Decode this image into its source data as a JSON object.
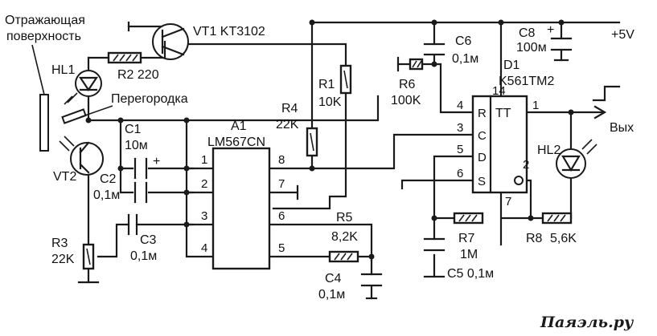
{
  "labels": {
    "reflect_1": "Отражающая",
    "reflect_2": "поверхность",
    "hl1": "HL1",
    "r2": "R2 220",
    "vt1": "VT1 KT3102",
    "peregorodka": "Перегородка",
    "c1": "C1",
    "c1_val": "10м",
    "vt2": "VT2",
    "c2": "C2",
    "c2_val": "0,1м",
    "r3": "R3",
    "r3_val": "22K",
    "c3": "C3",
    "c3_val": "0,1м",
    "a1": "A1",
    "a1_type": "LM567CN",
    "r4": "R4",
    "r4_val": "22K",
    "r1": "R1",
    "r1_val": "10K",
    "r5": "R5",
    "r5_val": "8,2K",
    "c4": "C4",
    "c4_val": "0,1м",
    "c6": "C6",
    "c6_val": "0,1м",
    "c8": "C8",
    "c8_val": "100м",
    "supply": "+5V",
    "r6": "R6",
    "r6_val": "100K",
    "d1": "D1",
    "d1_type": "K561TM2",
    "tt": "TT",
    "out": "Вых",
    "hl2": "HL2",
    "r7": "R7",
    "r7_val": "1M",
    "r8": "R8",
    "r8_val": "5,6K",
    "c5": "C5 0,1м",
    "watermark": "Паяэль.ру",
    "plus_c1": "+",
    "plus_c8": "+"
  },
  "pins": {
    "a1_p1": "1",
    "a1_p2": "2",
    "a1_p3": "3",
    "a1_p4": "4",
    "a1_p5": "5",
    "a1_p6": "6",
    "a1_p7": "7",
    "a1_p8": "8",
    "d1_p14": "14",
    "d1_p4": "4",
    "d1_p3": "3",
    "d1_p5": "5",
    "d1_p6": "6",
    "d1_p7": "7",
    "d1_p1": "1",
    "d1_p2": "2",
    "d1_r": "R",
    "d1_c": "C",
    "d1_d": "D",
    "d1_s": "S"
  }
}
